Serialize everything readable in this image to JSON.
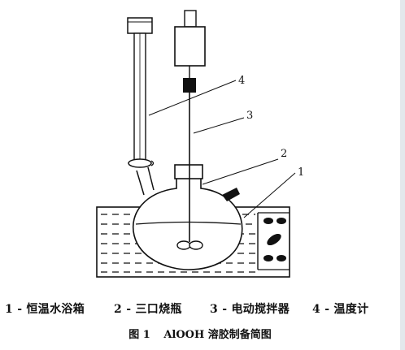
{
  "diagram": {
    "callouts": [
      "1",
      "2",
      "3",
      "4"
    ]
  },
  "legend": [
    "1 - 恒温水浴箱",
    "2 - 三口烧瓶",
    "3 - 电动搅拌器",
    "4 - 温度计"
  ],
  "caption": {
    "figure": "图 1",
    "title": "AlOOH 溶胶制备简图"
  }
}
